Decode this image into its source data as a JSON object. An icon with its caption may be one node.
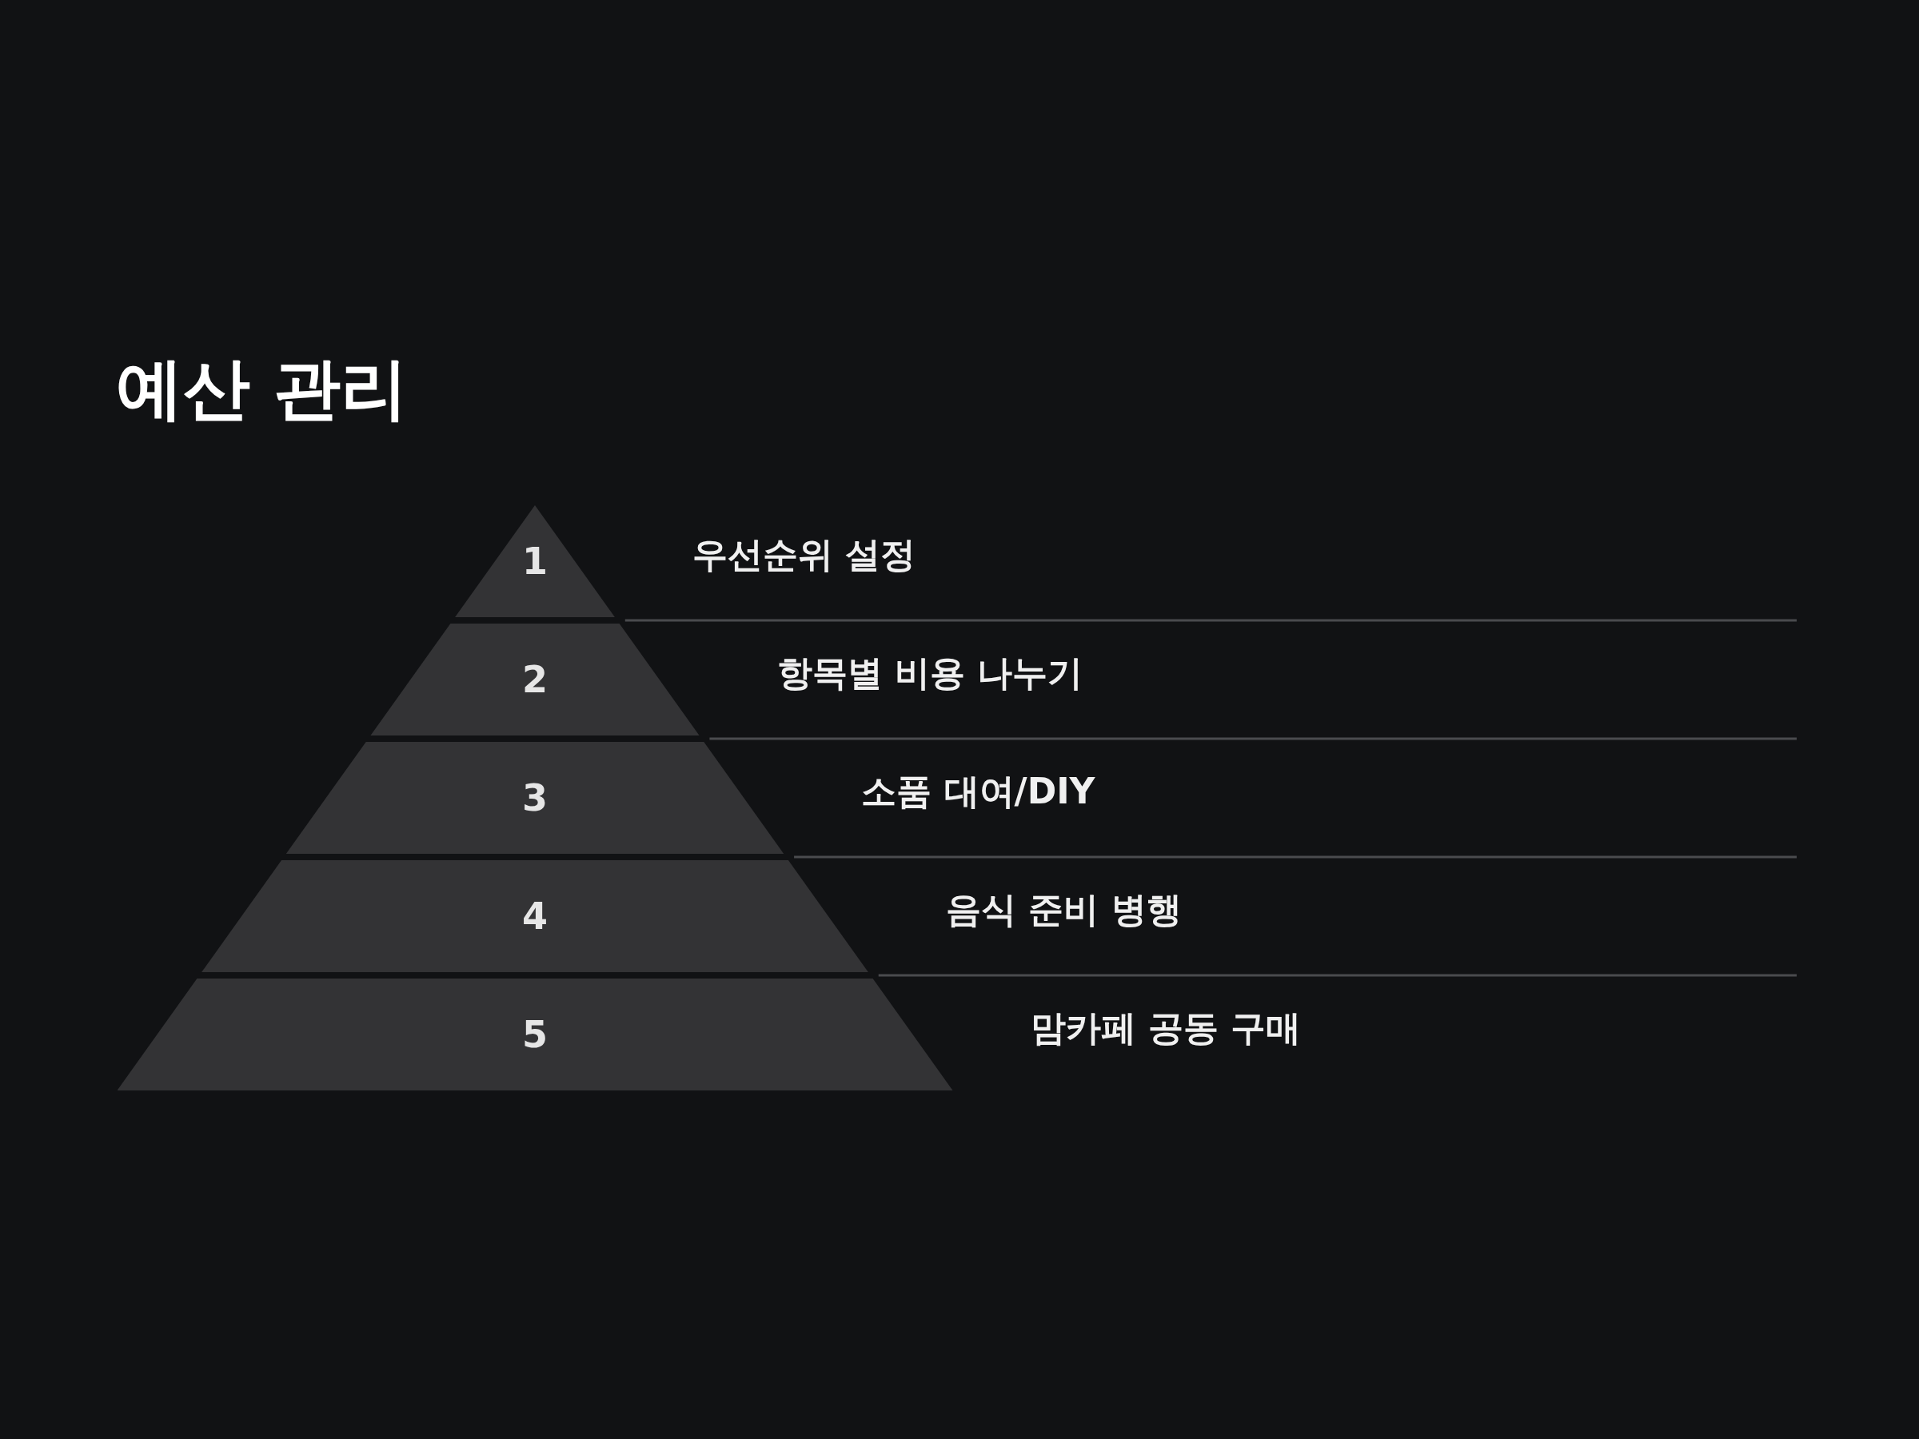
{
  "diagram": {
    "title": "예산 관리",
    "nodes": [
      {
        "text": [
          "1"
        ],
        "beside": [
          "우선순위 설정"
        ]
      },
      {
        "text": [
          "2"
        ],
        "beside": [
          "항목별 비용 나누기"
        ]
      },
      {
        "text": [
          "3"
        ],
        "beside": [
          "소품 대여/DIY"
        ]
      },
      {
        "text": [
          "4"
        ],
        "beside": [
          "음식 준비 병행"
        ]
      },
      {
        "text": [
          "5"
        ],
        "beside": [
          "맘카페 공동 구매"
        ]
      }
    ]
  }
}
